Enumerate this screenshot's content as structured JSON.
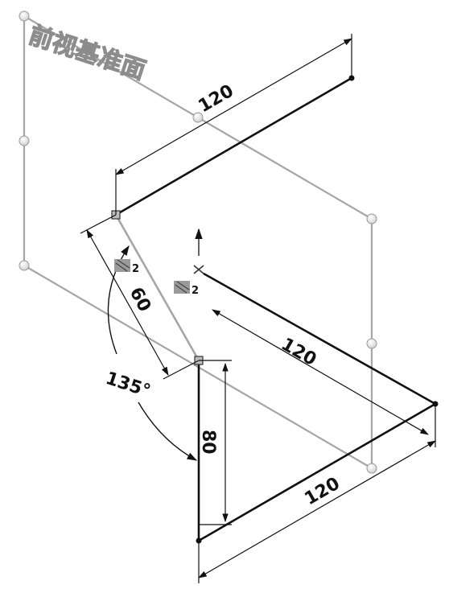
{
  "plane": {
    "label": "前视基准面"
  },
  "dimensions": {
    "top_length": "120",
    "right_length": "120",
    "bottom_length": "120",
    "slant_length": "60",
    "vertical_length": "80",
    "angle": "135°"
  },
  "relations": {
    "parallel_marker_1": "2",
    "parallel_marker_2": "2"
  },
  "colors": {
    "sketch": "#111111",
    "plane": "#a6a6a6",
    "dimension": "#111111",
    "marker_fill": "#9a9a9a"
  }
}
